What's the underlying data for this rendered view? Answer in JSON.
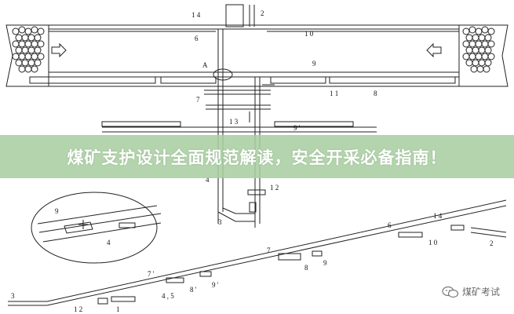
{
  "banner": {
    "title": "煤矿支护设计全面规范解读，安全开采必备指南！"
  },
  "watermark": {
    "text": "煤矿考试",
    "icon": "wechat-icon"
  },
  "labels": {
    "l14": "1 4",
    "l2": "2",
    "l6": "6",
    "l10": "1 0",
    "lA": "A",
    "l9": "9",
    "l7": "7",
    "l11": "1 1",
    "l8": "8",
    "l13": "1 3",
    "l9p": "9 '",
    "l4": "4",
    "l12": "1 2",
    "l3": "3",
    "d9": "9",
    "d4": "4",
    "s14": "1 4",
    "s6": "6",
    "s10": "1 0",
    "s2": "2",
    "s7": "7",
    "s9": "9",
    "s8": "8",
    "s7p": "7 '",
    "s8p": "8 '",
    "s9p": "9 '",
    "s45": "4 , 5",
    "s3": "3",
    "s12": "1 2",
    "s1": "1"
  }
}
